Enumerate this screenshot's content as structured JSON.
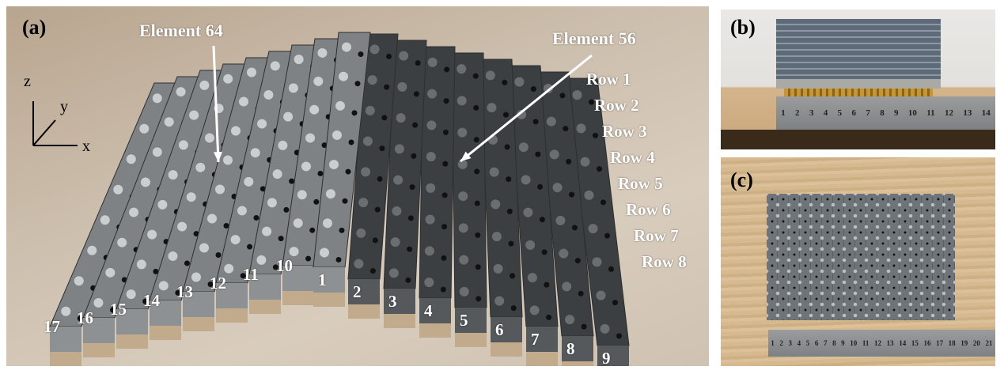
{
  "panel_a": {
    "label": "(a)",
    "element_labels": [
      "Element 64",
      "Element 56"
    ],
    "axes": {
      "z": "z",
      "y": "y",
      "x": "x"
    },
    "rows": [
      "Row 1",
      "Row 2",
      "Row 3",
      "Row 4",
      "Row 5",
      "Row 6",
      "Row 7",
      "Row 8"
    ],
    "slab_numbers": [
      "17",
      "16",
      "15",
      "14",
      "13",
      "12",
      "11",
      "10",
      "1",
      "2",
      "3",
      "4",
      "5",
      "6",
      "7",
      "8",
      "9"
    ]
  },
  "panel_b": {
    "label": "(b)",
    "ruler_ticks": [
      "1",
      "2",
      "3",
      "4",
      "5",
      "6",
      "7",
      "8",
      "9",
      "10",
      "11",
      "12",
      "13",
      "14"
    ]
  },
  "panel_c": {
    "label": "(c)",
    "ruler_ticks": [
      "1",
      "2",
      "3",
      "4",
      "5",
      "6",
      "7",
      "8",
      "9",
      "10",
      "11",
      "12",
      "13",
      "14",
      "15",
      "16",
      "17",
      "18",
      "19",
      "20",
      "21"
    ]
  },
  "colors": {
    "light_slab": "#7f8284",
    "dark_slab": "#3c3f41",
    "wood": "#cdbfae"
  }
}
